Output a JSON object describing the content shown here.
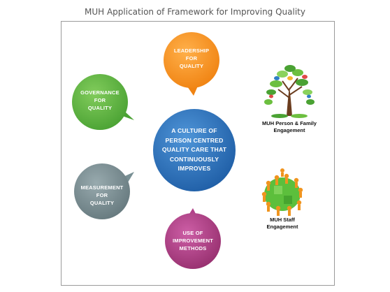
{
  "title": "MUH Application of Framework for Improving Quality",
  "center": {
    "line1": "A CULTURE OF",
    "line2": "PERSON CENTRED",
    "line3": "QUALITY CARE THAT",
    "line4": "CONTINUOUSLY",
    "line5": "IMPROVES",
    "color": "#2e6fb8"
  },
  "leadership": {
    "line1": "LEADERSHIP",
    "line2": "FOR",
    "line3": "QUALITY",
    "color": "#f5921e"
  },
  "governance": {
    "line1": "GOVERNANCE",
    "line2": "FOR",
    "line3": "QUALITY",
    "color": "#5fb543"
  },
  "measurement": {
    "line1": "MEASUREMENT",
    "line2": "FOR",
    "line3": "QUALITY",
    "color": "#788f94"
  },
  "improvement": {
    "line1": "USE OF",
    "line2": "IMPROVEMENT",
    "line3": "METHODS",
    "color": "#b2418a"
  },
  "person_family": {
    "line1": "MUH Person & Family",
    "line2": "Engagement",
    "icon": "tree-of-people-icon"
  },
  "staff": {
    "line1": "MUH Staff",
    "line2": "Engagement",
    "icon": "puzzle-people-icon"
  }
}
